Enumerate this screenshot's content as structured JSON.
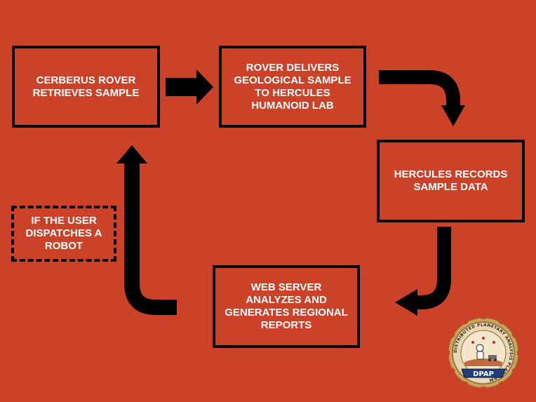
{
  "nodes": {
    "retrieve": "CERBERUS ROVER RETRIEVES SAMPLE",
    "deliver": "ROVER DELIVERS GEOLOGICAL SAMPLE TO HERCULES HUMANOID LAB",
    "record": "HERCULES RECORDS SAMPLE DATA",
    "analyze": "WEB SERVER ANALYZES AND GENERATES REGIONAL REPORTS",
    "condition": "IF THE USER DISPATCHES A ROBOT"
  },
  "logo": {
    "ring_text": "DISTRIBUTED PLANETARY ANALYSIS PLATFORM",
    "banner": "DPAP"
  },
  "colors": {
    "background": "#cc4229",
    "border": "#000000",
    "text": "#ffffff"
  }
}
